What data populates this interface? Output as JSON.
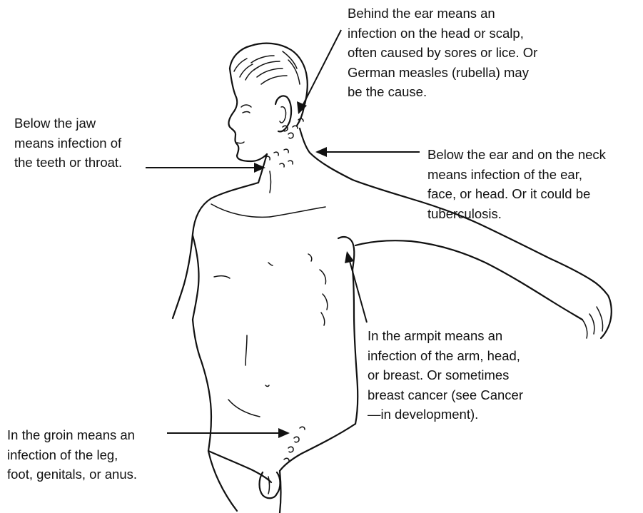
{
  "callouts": {
    "behind_ear": [
      "Behind the ear means an",
      "infection on the head or scalp,",
      "often caused by sores or lice. Or",
      "German measles (rubella) may",
      "be the cause."
    ],
    "below_jaw": [
      "Below the jaw",
      "means infection of",
      "the teeth or throat."
    ],
    "below_ear_neck": [
      "Below the ear and on the neck",
      "means infection of the ear,",
      "face, or head. Or it could be",
      "tuberculosis."
    ],
    "armpit": [
      "In the armpit means an",
      "infection of the arm, head,",
      "or breast. Or sometimes",
      "breast cancer (see Cancer",
      "—in development)."
    ],
    "groin": [
      "In the groin means an",
      "infection of the leg,",
      "foot, genitals, or anus."
    ]
  }
}
